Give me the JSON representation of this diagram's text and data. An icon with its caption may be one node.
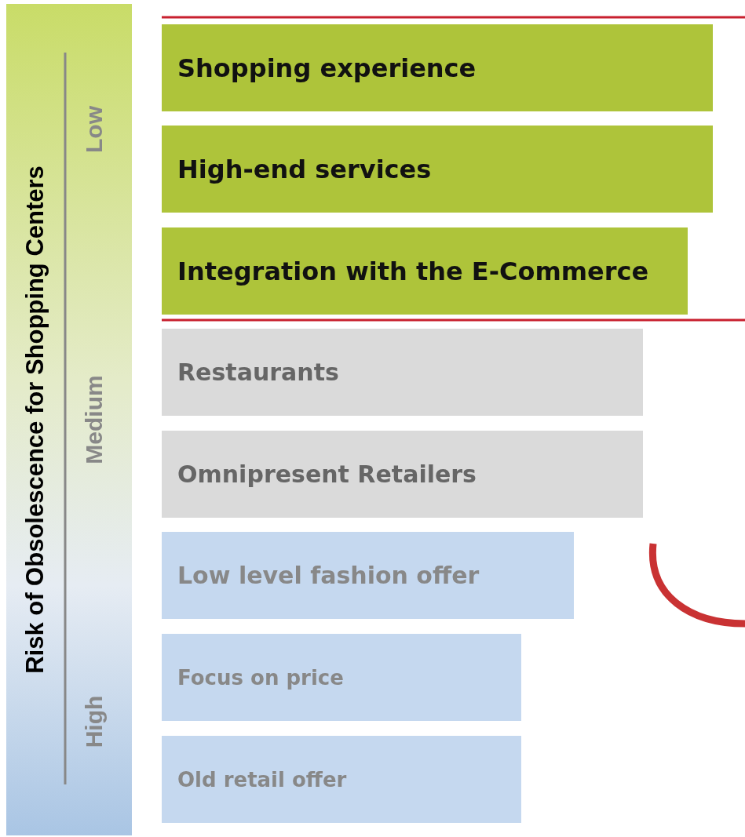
{
  "diagram": {
    "nodes": [
      {
        "text": [
          "Risk of Obsolescence for Shopping Centers",
          "Low",
          "Medium",
          "High"
        ]
      },
      {
        "text": [
          "Shopping experience"
        ]
      },
      {
        "text": [
          "High-end services"
        ]
      },
      {
        "text": [
          "Integration with the E-Commerce"
        ]
      },
      {
        "text": [
          "Restaurants"
        ]
      },
      {
        "text": [
          "Omnipresent Retailers"
        ]
      },
      {
        "text": [
          "Low level fashion offer"
        ]
      },
      {
        "text": [
          "Focus on price"
        ]
      },
      {
        "text": [
          "Old retail offer"
        ]
      }
    ]
  }
}
